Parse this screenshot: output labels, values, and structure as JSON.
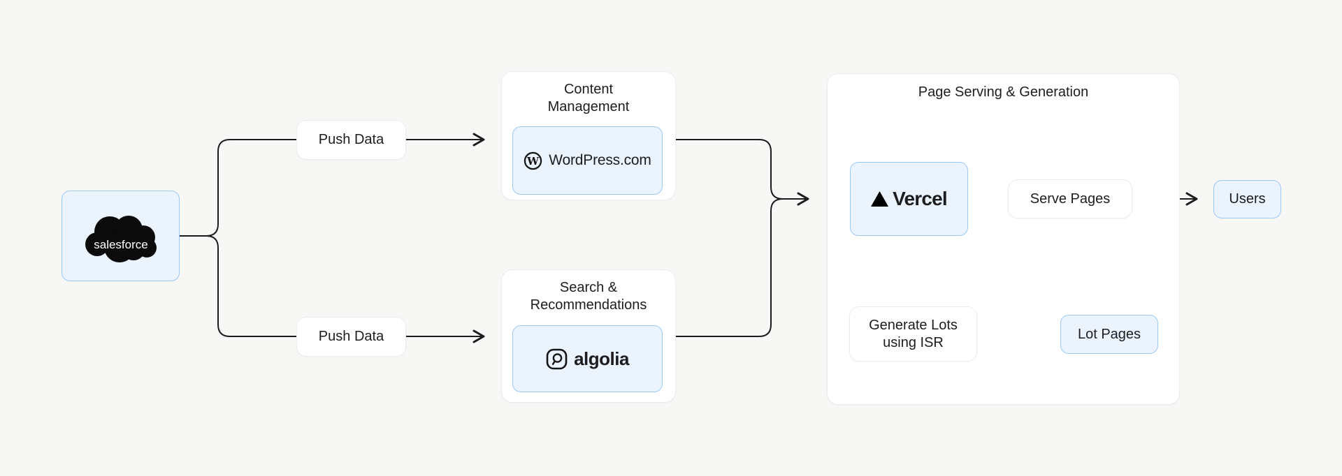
{
  "diagram": {
    "colors": {
      "background": "#f7f7f5",
      "accent_fill": "#ebf3fe",
      "accent_border": "#9cc8f6",
      "box_border": "#ececec",
      "line": "#1c1c1c",
      "text": "#1d1d1f"
    },
    "icons": {
      "salesforce": "salesforce-cloud",
      "wordpress": "wordpress-w-circle",
      "algolia": "algolia-magnifier",
      "vercel": "vercel-triangle"
    },
    "nodes": {
      "salesforce": {
        "label": "salesforce"
      },
      "push_data_top": {
        "label": "Push Data"
      },
      "push_data_bottom": {
        "label": "Push Data"
      },
      "content_management": {
        "title": "Content\nManagement"
      },
      "wordpress": {
        "monogram": "W",
        "label": "WordPress.com"
      },
      "search_recommendations": {
        "title": "Search &\nRecommendations"
      },
      "algolia": {
        "label": "algolia"
      },
      "page_serving": {
        "title": "Page Serving & Generation"
      },
      "vercel": {
        "label": "Vercel"
      },
      "serve_pages": {
        "label": "Serve Pages"
      },
      "generate_lots": {
        "label": "Generate Lots\nusing ISR"
      },
      "lot_pages": {
        "label": "Lot Pages"
      },
      "users": {
        "label": "Users"
      }
    }
  }
}
